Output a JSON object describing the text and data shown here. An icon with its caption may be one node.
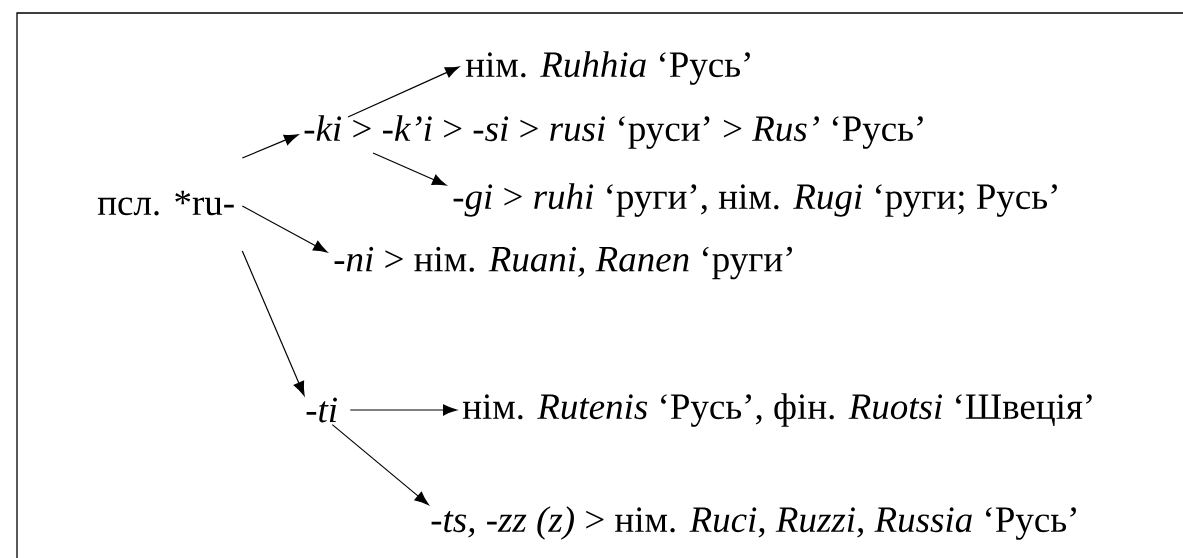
{
  "diagram": {
    "nodes": [
      {
        "text": [
          "псл. *ru-"
        ]
      },
      {
        "text": [
          "-*ki* > -*k’i*  > -*si* > *rusi* ‘руси’ > *Rus’* ‘Русь’"
        ]
      },
      {
        "text": [
          "нім. *Ruhhia* ‘Русь’"
        ]
      },
      {
        "text": [
          "-*gi* > *ruhi* ‘руги’, нім. *Rugi* ‘руги; Русь’"
        ]
      },
      {
        "text": [
          "-*ni* >  нім. *Ruani, Ranen* ‘руги’"
        ]
      },
      {
        "text": [
          "-*ti*"
        ]
      },
      {
        "text": [
          "нім. *Rutenis* ‘Русь’, фін. *Ruotsi* ‘Швеція’"
        ]
      },
      {
        "text": [
          "-*ts, -zz (z)* >  нім. *Ruci*, *Ruzzi*, *Russia* ‘Русь’"
        ]
      }
    ],
    "edges": [
      {
        "from": 0,
        "to": 1,
        "arrow": "to"
      },
      {
        "from": 0,
        "to": 4,
        "arrow": "to"
      },
      {
        "from": 0,
        "to": 5,
        "arrow": "to"
      },
      {
        "from": 1,
        "to": 2,
        "arrow": "to"
      },
      {
        "from": 1,
        "to": 3,
        "arrow": "to"
      },
      {
        "from": 5,
        "to": 6,
        "arrow": "to"
      },
      {
        "from": 5,
        "to": 7,
        "arrow": "to"
      }
    ]
  }
}
